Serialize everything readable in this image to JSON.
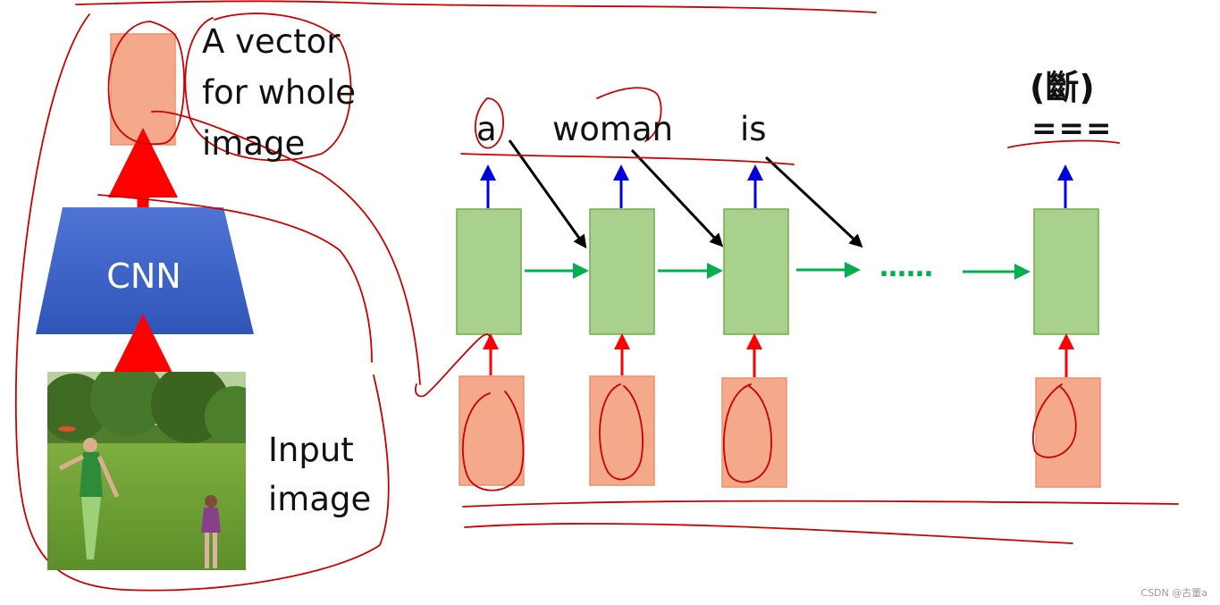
{
  "left": {
    "vector_label_lines": [
      "A vector",
      "for whole",
      "image"
    ],
    "cnn_label": "CNN",
    "input_label_lines": [
      "Input",
      "image"
    ]
  },
  "rnn": {
    "words": [
      "a",
      "woman",
      "is"
    ],
    "stop_token": "(斷)",
    "stop_underline": "===",
    "ellipsis": "……"
  },
  "colors": {
    "rnn_cell": "#a9d18e",
    "rnn_cell_border": "#70ad47",
    "input_box": "#f4a98a",
    "cnn": "#3d63c6",
    "red_arrow": "#ff0000",
    "blue_arrow": "#0000dd",
    "green_arrow": "#00b050",
    "annotation": "#cc0000"
  },
  "watermark": "CSDN @古董a"
}
